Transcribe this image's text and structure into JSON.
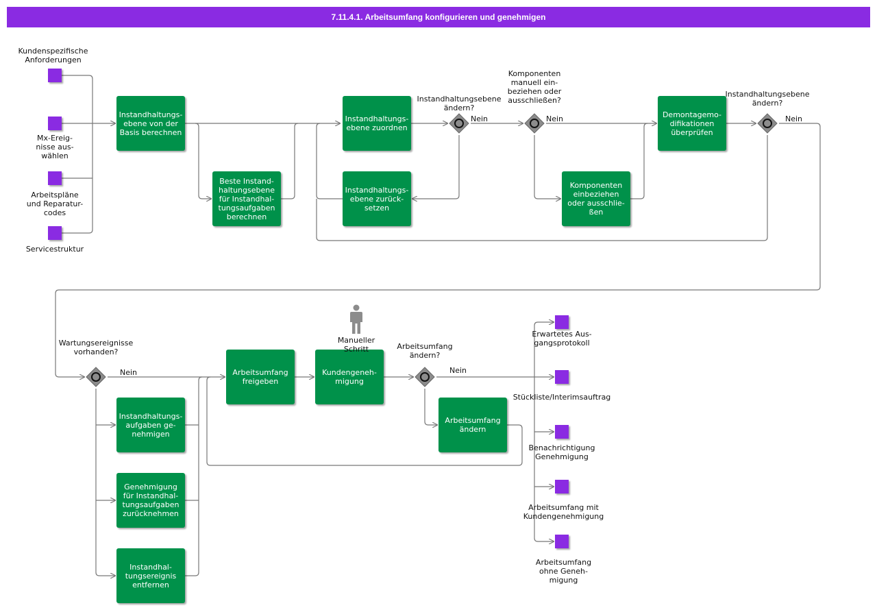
{
  "title": "7.11.4.1. Arbeitsumfang konfigurieren und genehmigen",
  "colors": {
    "header": "#8a2be2",
    "task": "#00914a",
    "data_object": "#8a2be2",
    "gateway": "#8c8c8c",
    "connector": "#777777"
  },
  "inputs": {
    "kundenspezifisch": "Kundenspezifische\nAnforderungen",
    "mx_ereignisse": "Mx-Ereig-\nnisse aus-\nwählen",
    "arbeitsplaene": "Arbeitspläne\nund Reparatur-\ncodes",
    "servicestruktur": "Servicestruktur"
  },
  "tasks": {
    "t1": "Instandhaltungs-\nebene von der\nBasis berechnen",
    "t2": "Beste Instand-\nhaltungsebene\nfür Instandhal-\ntungsaufgaben\nberechnen",
    "t3": "Instandhaltungs-\nebene zuordnen",
    "t4": "Instandhaltungs-\nebene zurück-\nsetzen",
    "t5": "Komponenten\neinbeziehen\noder ausschlie-\nßen",
    "t6": "Demontagemo-\ndifikationen\nüberprüfen",
    "t7": "Instandhaltungs-\naufgaben ge-\nnehmigen",
    "t8": "Genehmigung\nfür Instandhal-\ntungsaufgaben\nzurücknehmen",
    "t9": "Instandhal-\ntungsereignis\nentfernen",
    "t10": "Arbeitsumfang\nfreigeben",
    "t11": "Kundengeneh-\nmigung",
    "t12": "Arbeitsumfang\nändern"
  },
  "gateways": {
    "g1": "Instandhaltungsebene\nändern?",
    "g2": "Komponenten\nmanuell ein-\nbeziehen oder\nausschließen?",
    "g3": "Instandhaltungsebene\nändern?",
    "g4": "Wartungsereignisse\nvorhanden?",
    "g5": "Arbeitsumfang\nändern?"
  },
  "nein_label": "Nein",
  "manual_step": {
    "icon": "person-icon",
    "label": "Manueller\nSchritt"
  },
  "outputs": {
    "o1": "Erwartetes Aus-\ngangsprotokoll",
    "o2": "Stückliste/Interimsauftrag",
    "o3": "Benachrichtigung\nGenehmigung",
    "o4": "Arbeitsumfang mit\nKundengenehmigung",
    "o5": "Arbeitsumfang\nohne Geneh-\nmigung"
  }
}
